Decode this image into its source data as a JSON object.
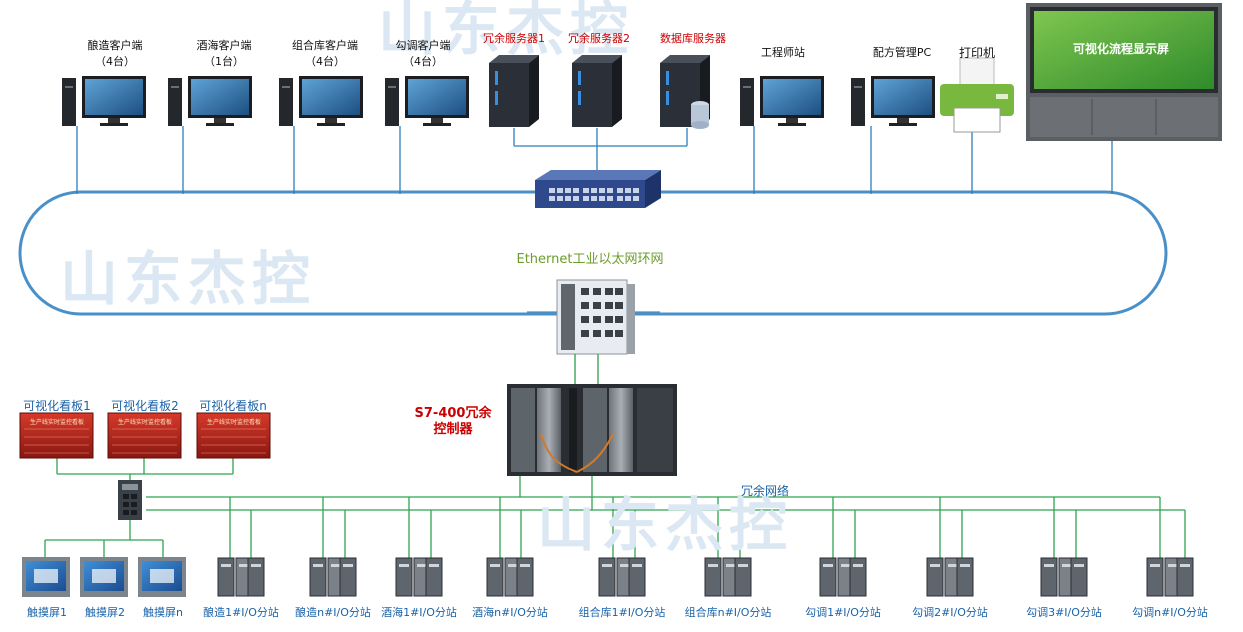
{
  "watermark": "山东杰控",
  "clients": [
    {
      "name": "酿造客户端",
      "count": "（4台）"
    },
    {
      "name": "酒海客户端",
      "count": "（1台）"
    },
    {
      "name": "组合库客户端",
      "count": "（4台）"
    },
    {
      "name": "勾调客户端",
      "count": "（4台）"
    }
  ],
  "servers": [
    "冗余服务器1",
    "冗余服务器2",
    "数据库服务器"
  ],
  "engineer_station": "工程师站",
  "recipe_pc": "配方管理PC",
  "printer": "打印机",
  "display_screen": "可视化流程显示屏",
  "ring_network": "Ethernet工业以太网环网",
  "controller": [
    "S7-400冗余",
    "控制器"
  ],
  "redundant_network": "冗余网络",
  "boards": [
    "可视化看板1",
    "可视化看板2",
    "可视化看板n"
  ],
  "board_text": "生产线实时监控看板",
  "touch_screens": [
    "触摸屏1",
    "触摸屏2",
    "触摸屏n"
  ],
  "io_stations": [
    "酿造1#I/O分站",
    "酿造n#I/O分站",
    "酒海1#I/O分站",
    "酒海n#I/O分站",
    "组合库1#I/O分站",
    "组合库n#I/O分站",
    "勾调1#I/O分站",
    "勾调2#I/O分站",
    "勾调3#I/O分站",
    "勾调n#I/O分站"
  ],
  "colors": {
    "ring": "#4a90c8",
    "lan": "#2c7fb8",
    "redundant": "#2ea44f",
    "server": "#2b2f38",
    "switch": "#2e4a8c"
  }
}
